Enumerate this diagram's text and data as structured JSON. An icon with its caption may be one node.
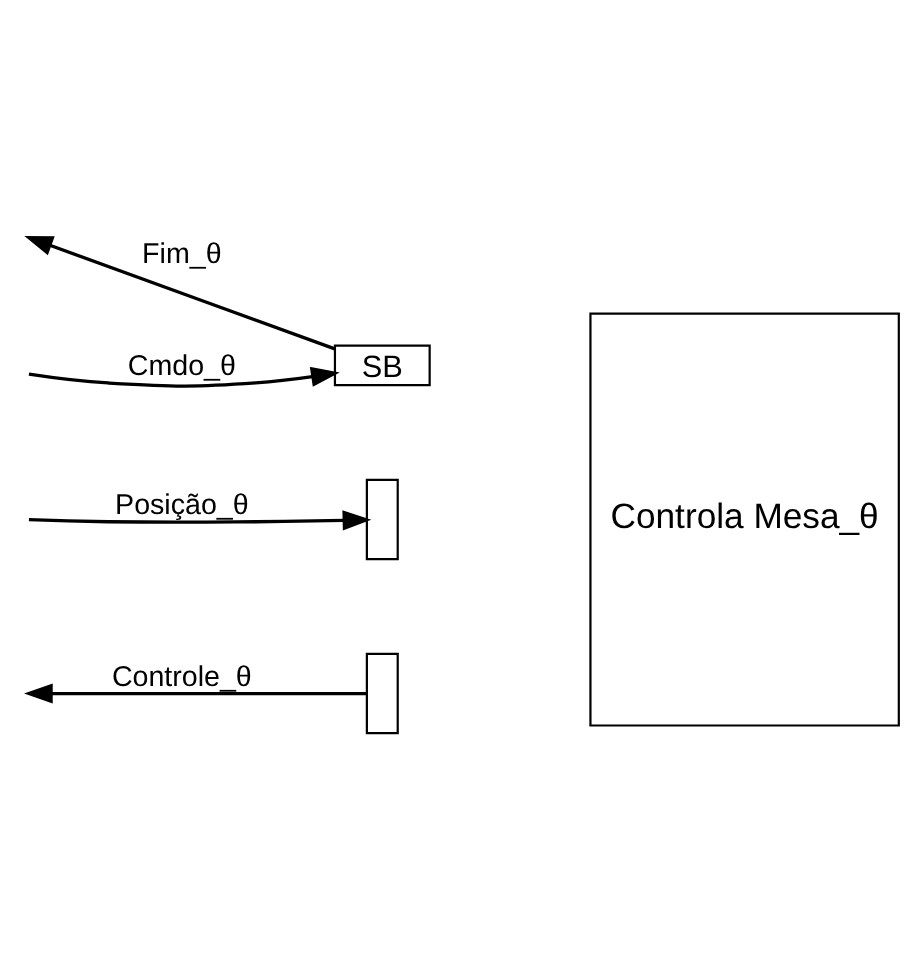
{
  "diagram": {
    "nodes": [
      {
        "text": [
          "Controla Mesa_θ"
        ]
      },
      {
        "text": [
          "SB"
        ]
      },
      {
        "text": [],
        "shape": "box"
      },
      {
        "text": [],
        "shape": "box"
      }
    ],
    "edges": [
      {
        "from": 1,
        "to": null,
        "arrow": "to",
        "label": "Fim_θ"
      },
      {
        "from": null,
        "to": 1,
        "arrow": "to",
        "label": "Cmdo_θ"
      },
      {
        "from": null,
        "to": 2,
        "arrow": "to",
        "label": "Posição_θ"
      },
      {
        "from": 3,
        "to": null,
        "arrow": "to",
        "label": "Controle_θ"
      }
    ]
  }
}
